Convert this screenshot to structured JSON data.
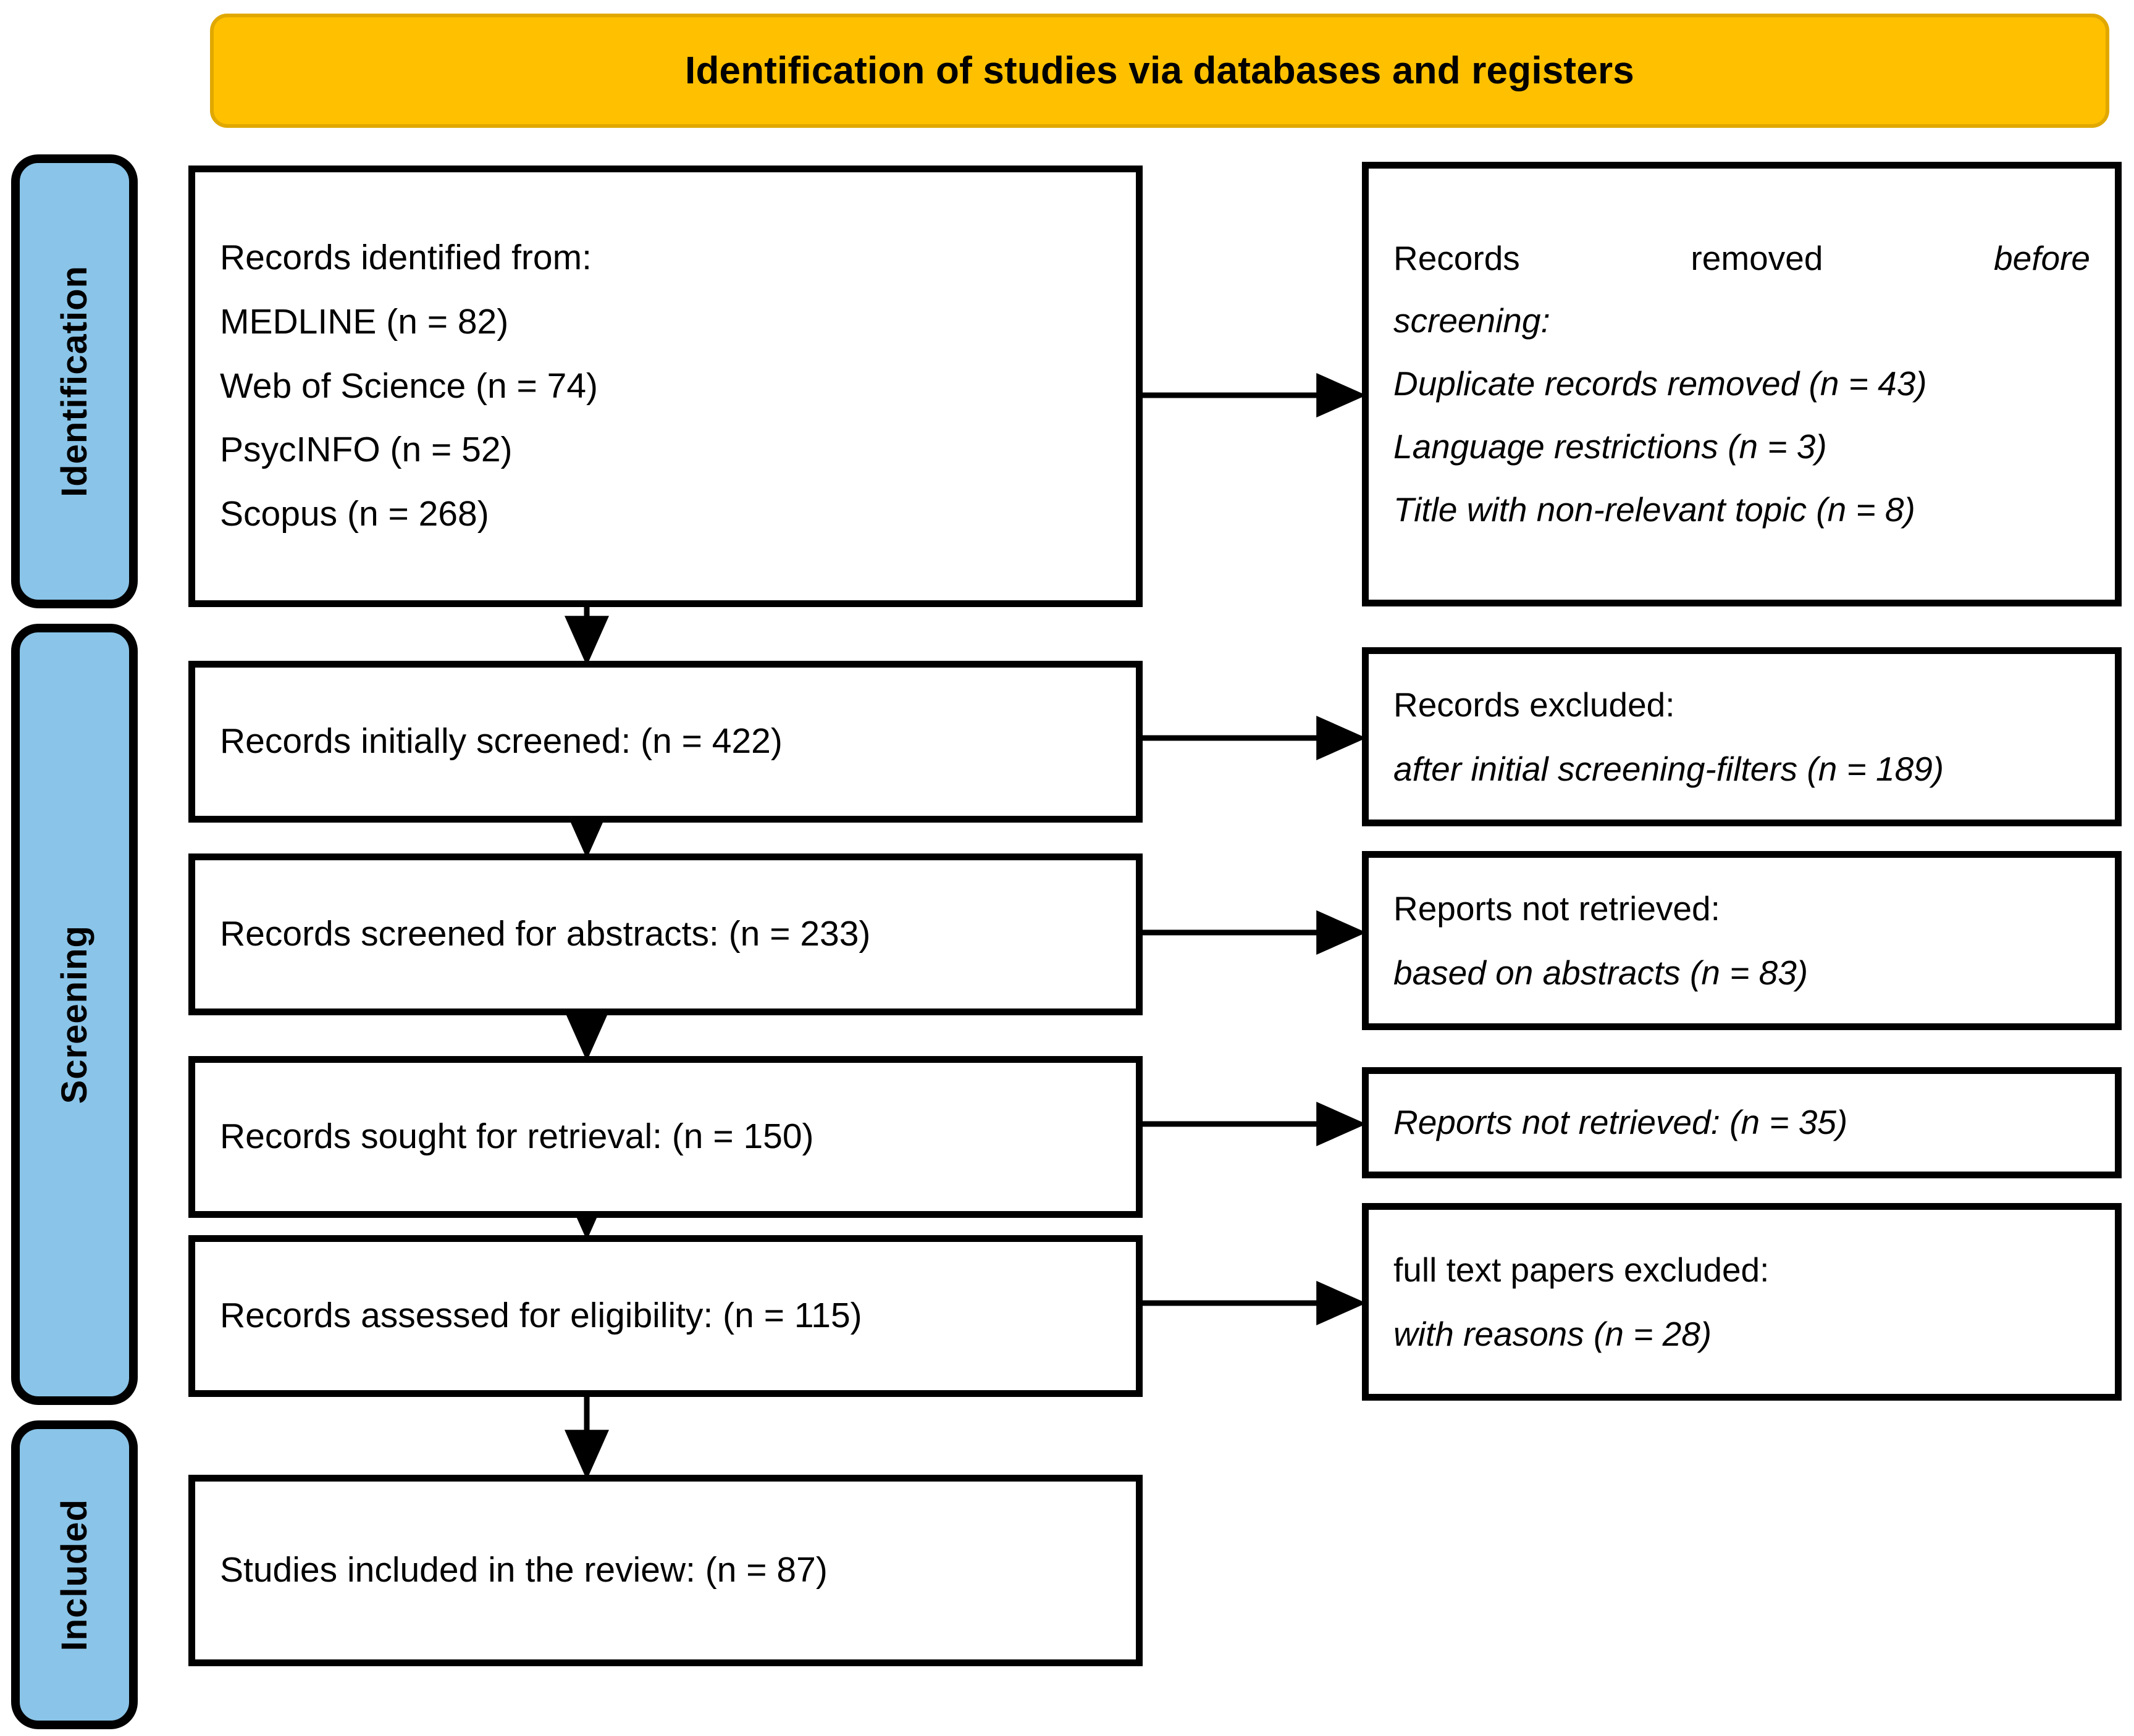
{
  "header": {
    "title": "Identification of studies via databases and registers",
    "bg_color": "#FFC000"
  },
  "stages": [
    {
      "id": "identification",
      "label": "Identification",
      "color": "#8AC4E8"
    },
    {
      "id": "screening",
      "label": "Screening",
      "color": "#8AC4E8"
    },
    {
      "id": "included",
      "label": "Included",
      "color": "#8AC4E8"
    }
  ],
  "flow": {
    "identified": {
      "lines": [
        "Records identified from:",
        "MEDLINE (n = 82)",
        "Web of Science (n = 74)",
        "PsycINFO (n = 52)",
        "Scopus (n = 268)"
      ]
    },
    "removed": {
      "heading_plain": "Records removed ",
      "heading_italic": "before screening",
      "heading_tail": ":",
      "lines": [
        "Duplicate records removed (n = 43)",
        "Language restrictions (n = 3)",
        "Title with non-relevant topic (n = 8)"
      ]
    },
    "initial_screened": {
      "text": "Records initially screened: (n = 422)"
    },
    "excluded": {
      "heading": "Records excluded:",
      "detail": "after initial screening-filters (n = 189)"
    },
    "abstracts": {
      "text": "Records screened for abstracts: (n = 233)"
    },
    "not_retrieved": {
      "heading": "Reports not retrieved:",
      "detail": "based on abstracts (n = 83)"
    },
    "sought": {
      "text": "Records sought for retrieval: (n = 150)"
    },
    "not_retrieved2": {
      "text": "Reports not retrieved: (n = 35)"
    },
    "eligibility": {
      "text": "Records assessed for eligibility: (n = 115)"
    },
    "fulltext_excluded": {
      "heading": "full text papers excluded:",
      "detail": "with reasons (n = 28)"
    },
    "included": {
      "text": "Studies included in the review: (n = 87)"
    }
  },
  "chart_data": {
    "type": "diagram",
    "title": "Identification of studies via databases and registers",
    "nodes": [
      {
        "stage": "Identification",
        "side": "main",
        "label": "Records identified from:",
        "sources": [
          {
            "name": "MEDLINE",
            "n": 82
          },
          {
            "name": "Web of Science",
            "n": 74
          },
          {
            "name": "PsycINFO",
            "n": 52
          },
          {
            "name": "Scopus",
            "n": 268
          }
        ]
      },
      {
        "stage": "Identification",
        "side": "aside",
        "label": "Records removed before screening:",
        "reasons": [
          {
            "name": "Duplicate records removed",
            "n": 43
          },
          {
            "name": "Language restrictions",
            "n": 3
          },
          {
            "name": "Title with non-relevant topic",
            "n": 8
          }
        ]
      },
      {
        "stage": "Screening",
        "side": "main",
        "label": "Records initially screened",
        "n": 422
      },
      {
        "stage": "Screening",
        "side": "aside",
        "label": "Records excluded: after initial screening-filters",
        "n": 189
      },
      {
        "stage": "Screening",
        "side": "main",
        "label": "Records screened for abstracts",
        "n": 233
      },
      {
        "stage": "Screening",
        "side": "aside",
        "label": "Reports not retrieved: based on abstracts",
        "n": 83
      },
      {
        "stage": "Screening",
        "side": "main",
        "label": "Records sought for retrieval",
        "n": 150
      },
      {
        "stage": "Screening",
        "side": "aside",
        "label": "Reports not retrieved",
        "n": 35
      },
      {
        "stage": "Screening",
        "side": "main",
        "label": "Records assessed for eligibility",
        "n": 115
      },
      {
        "stage": "Screening",
        "side": "aside",
        "label": "full text papers excluded: with reasons",
        "n": 28
      },
      {
        "stage": "Included",
        "side": "main",
        "label": "Studies included in the review",
        "n": 87
      }
    ]
  }
}
